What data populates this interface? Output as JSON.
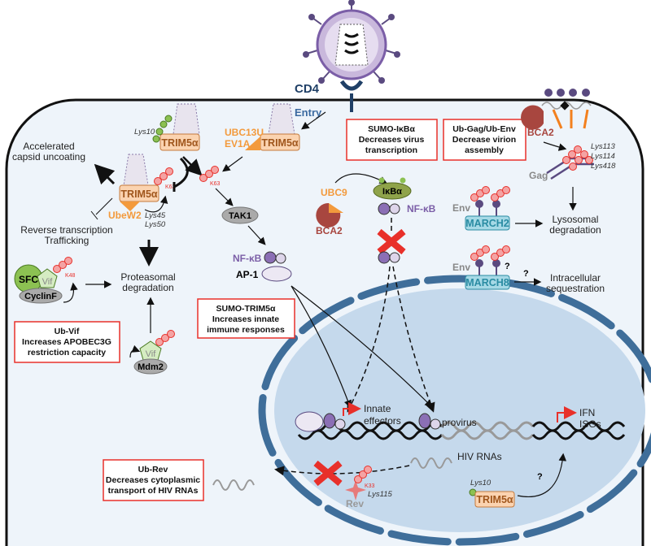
{
  "virus": {
    "receptor": "CD4",
    "entry": "Entry"
  },
  "boxes": {
    "sumo_ikba": [
      "SUMO-IκBα",
      "Decreases virus",
      "transcription"
    ],
    "ub_gag_env": [
      "Ub-Gag/Ub-Env",
      "Decrease virion",
      "assembly"
    ],
    "sumo_trim": [
      "SUMO-TRIM5α",
      "Increases innate",
      "immune responses"
    ],
    "ub_vif": [
      "Ub-Vif",
      "Increases APOBEC3G",
      "restriction capacity"
    ],
    "ub_rev": [
      "Ub-Rev",
      "Decreases cytoplasmic",
      "transport of HIV RNAs"
    ]
  },
  "labels": {
    "trim5a": "TRIM5α",
    "lys10": "Lys10",
    "ubc13": [
      "UBC13U",
      "EV1A"
    ],
    "ubew2": "UbeW2",
    "lys45_50": [
      "Lys45",
      "Lys50"
    ],
    "k63": "K63",
    "k48": "K48",
    "k33": "K33",
    "accelerated": [
      "Accelerated",
      "capsid uncoating"
    ],
    "reverse": [
      "Reverse transcription",
      "Trafficking"
    ],
    "proteasomal": [
      "Proteasomal",
      "degradation"
    ],
    "sfc": "SFC",
    "vif": "Vif",
    "cyclinf": "CyclinF",
    "mdm2": "Mdm2",
    "tak1": "TAK1",
    "nfkb": "NF-κB",
    "ap1": "AP-1",
    "ubc9": "UBC9",
    "bca2": "BCA2",
    "ikba": "IκBα",
    "gag": "Gag",
    "lys_gag": [
      "Lys113",
      "Lys114",
      "Lys418"
    ],
    "env": "Env",
    "march2": "MARCH2",
    "march8": "MARCH8",
    "lysosomal": [
      "Lysosomal",
      "degradation"
    ],
    "intracellular": [
      "Intracellular",
      "sequestration"
    ],
    "question": "?",
    "innate": [
      "Innate",
      "effectors"
    ],
    "provirus": "provirus",
    "ifn": [
      "IFN",
      "ISGs"
    ],
    "hiv_rnas": "HIV RNAs",
    "rev": "Rev",
    "lys115": "Lys115"
  },
  "colors": {
    "restrict_box": "#e8302a",
    "cytoplasm": "#eef4fa",
    "nucleus": "#c5d9ec",
    "envelope": "#3f6e9a",
    "trim": "#fbd3b0",
    "purple": "#7b5ea7"
  }
}
